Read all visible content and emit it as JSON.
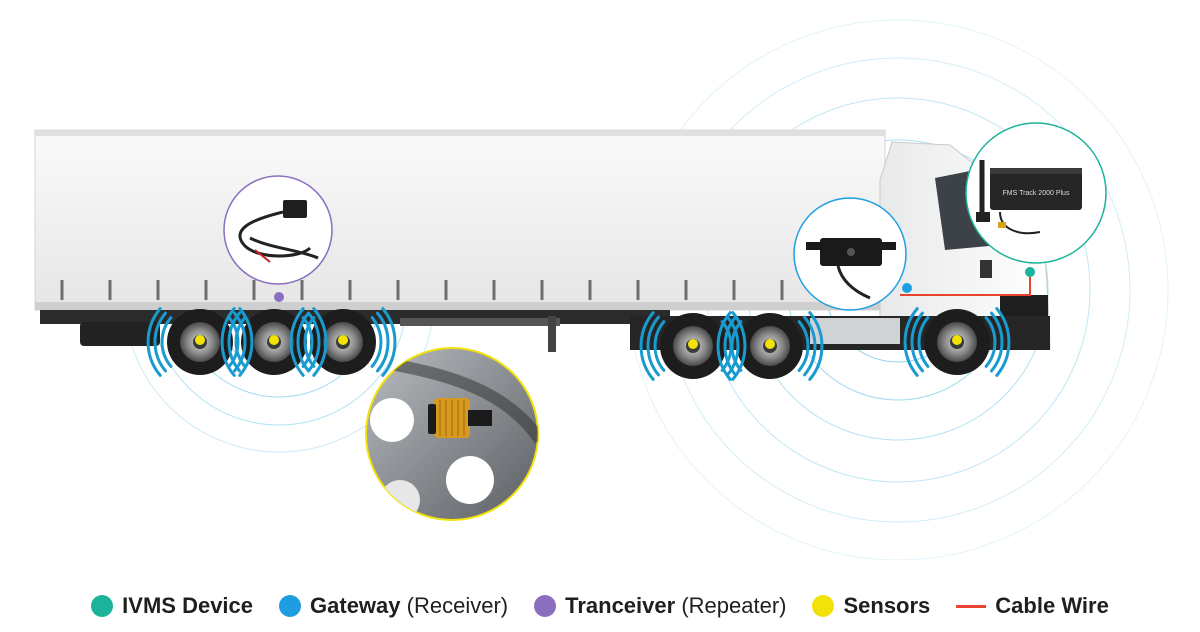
{
  "device_label": "FMS Track 2000 Plus",
  "legend": [
    {
      "label": "IVMS Device",
      "sub": "",
      "color": "#1bb39a",
      "shape": "dot"
    },
    {
      "label": "Gateway",
      "sub": "(Receiver)",
      "color": "#1e9ee0",
      "shape": "dot"
    },
    {
      "label": "Tranceiver",
      "sub": "(Repeater)",
      "color": "#8a6fc1",
      "shape": "dot"
    },
    {
      "label": "Sensors",
      "sub": "",
      "color": "#f2e20a",
      "shape": "dot"
    },
    {
      "label": "Cable Wire",
      "sub": "",
      "color": "#e8432e",
      "shape": "line"
    }
  ],
  "colors": {
    "signal_ring": "#8fd3ec",
    "signal_arc": "#1a9bd0",
    "trailer_body": "#f3f3f3",
    "chassis": "#2b2b2b",
    "cab": "#f1f2f2",
    "tire": "#1d1d1d",
    "rim": "#9b9b9b",
    "sensor_gold": "#d89a1e"
  },
  "icons": [
    "trailer-body",
    "truck-cab",
    "wheel",
    "signal-rings",
    "tpms-sensor-zoom",
    "gateway-device-zoom",
    "repeater-device-zoom",
    "ivms-device-zoom"
  ]
}
